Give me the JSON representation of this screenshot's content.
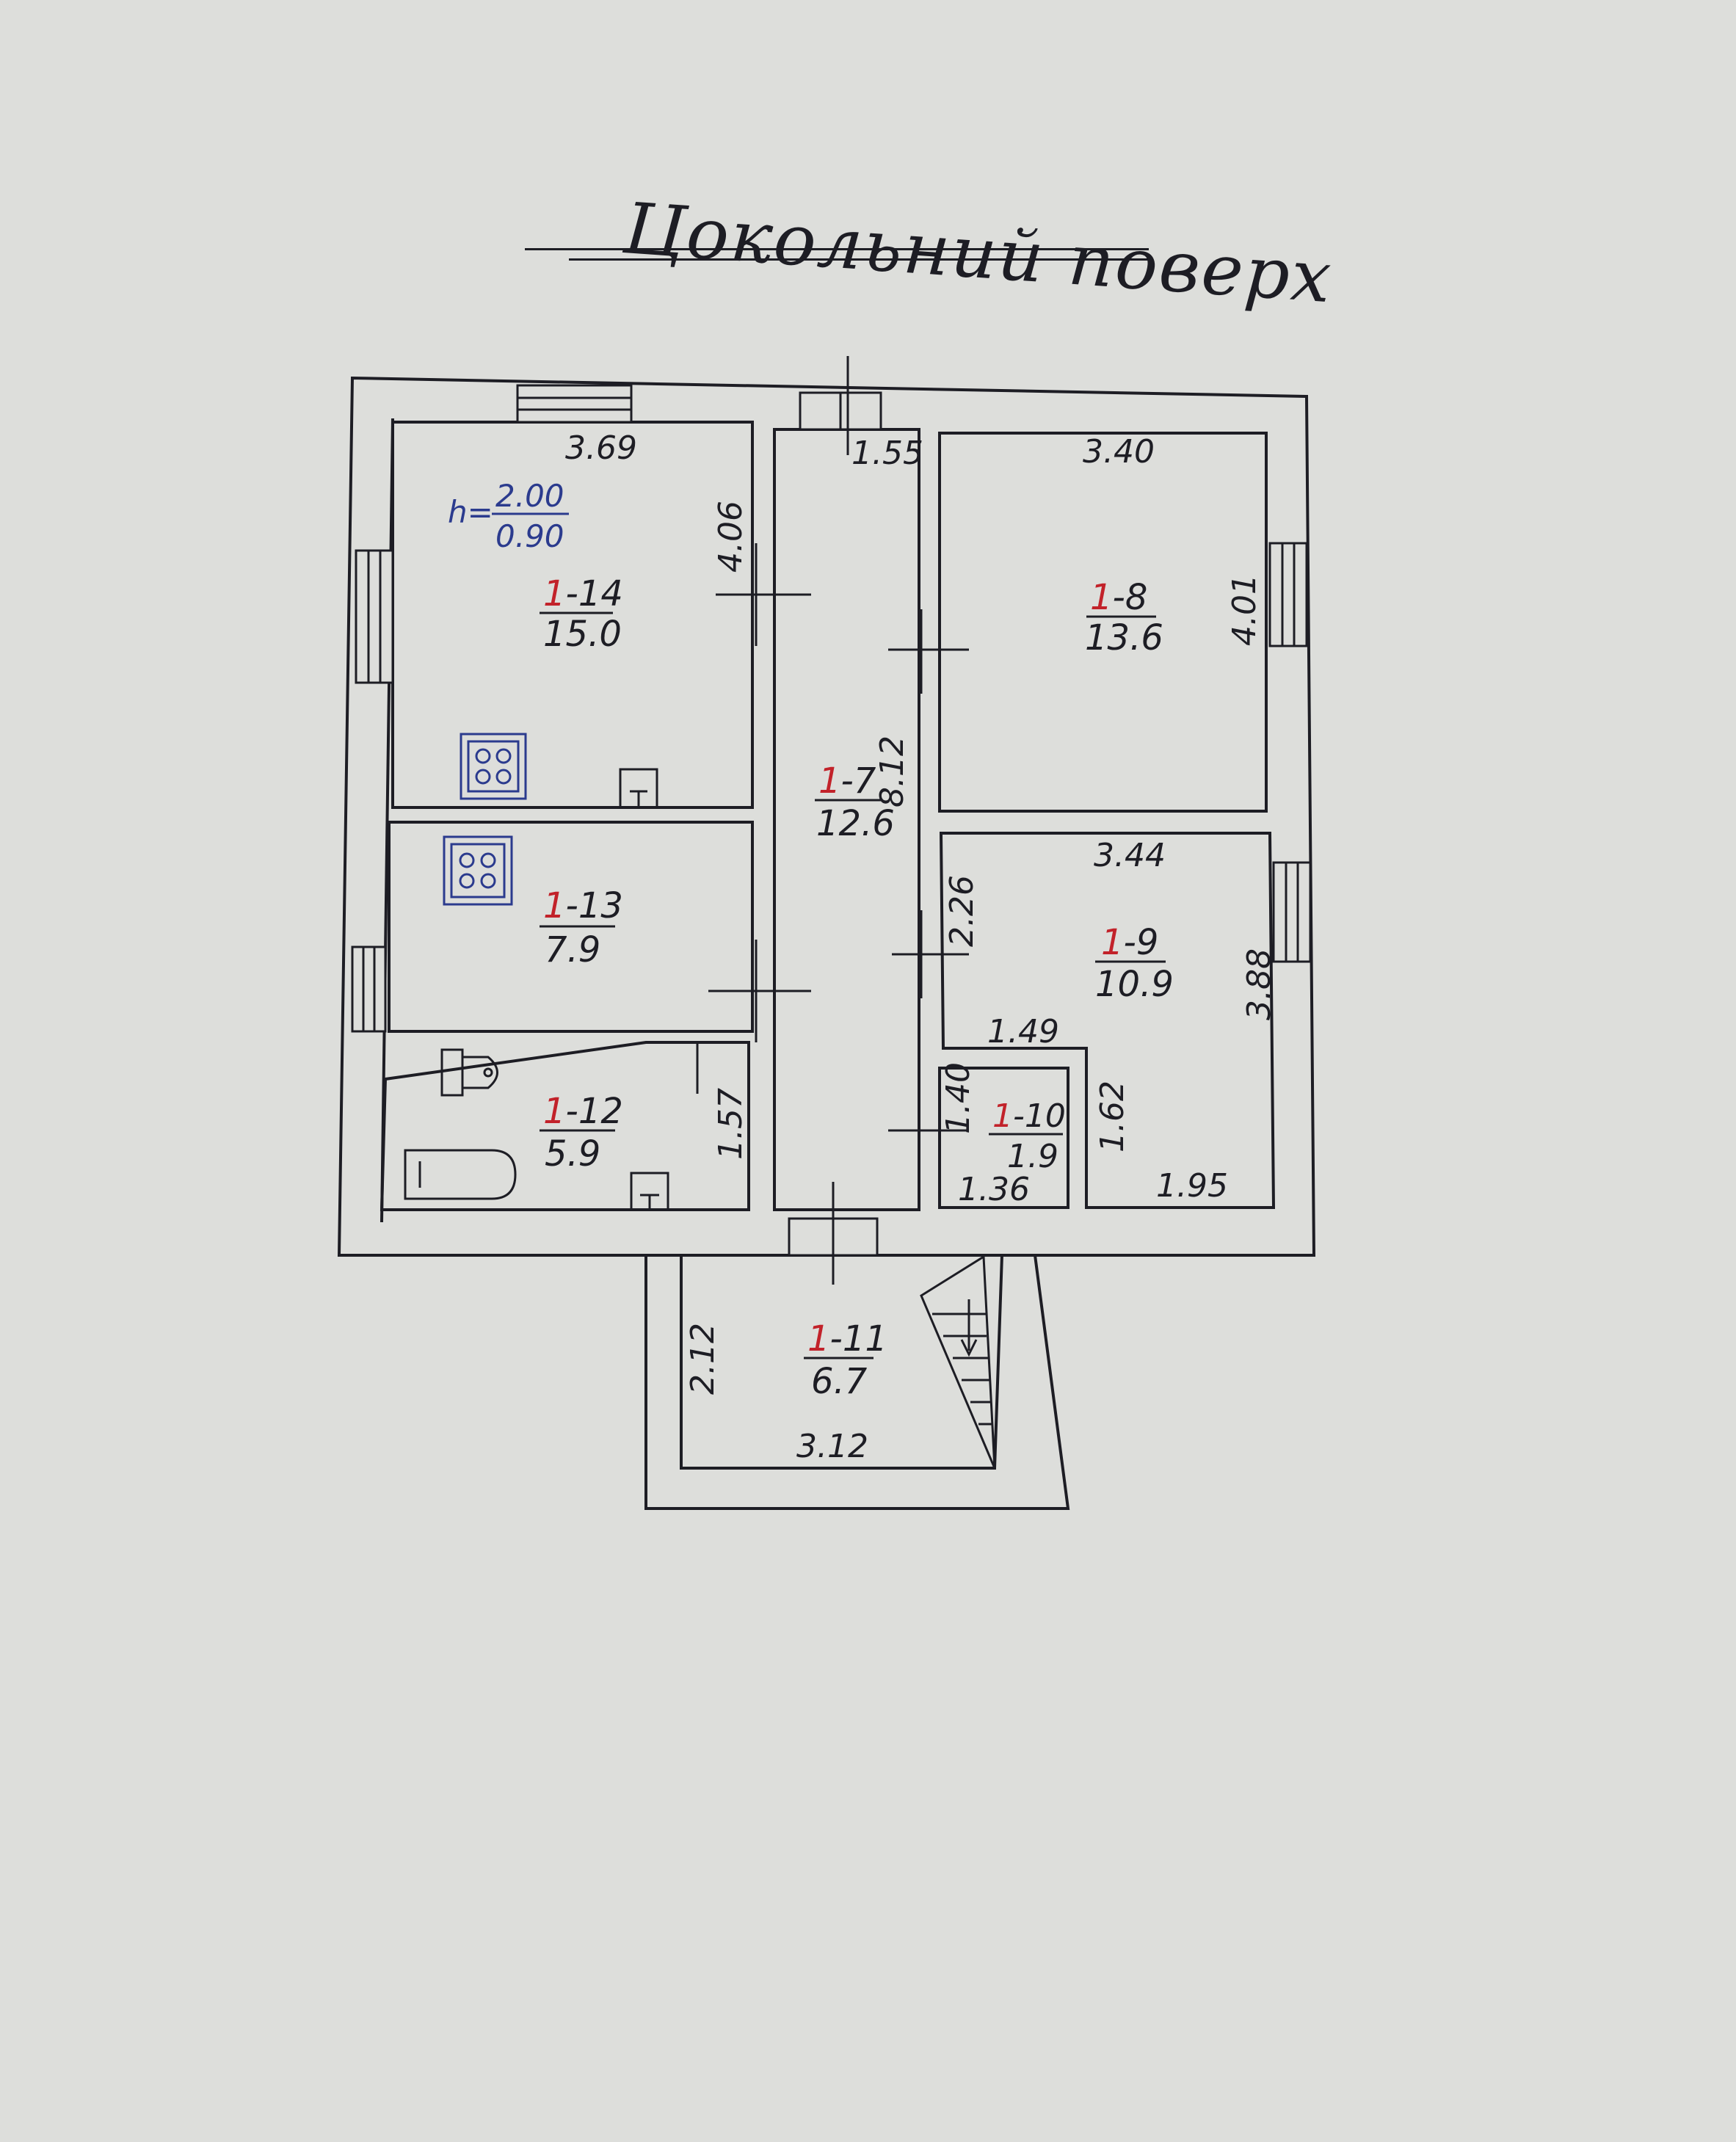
{
  "title": "Цокольний поверх",
  "height_note": {
    "prefix": "h=",
    "top": "2.00",
    "bottom": "0.90"
  },
  "rooms": [
    {
      "id": "1-14",
      "num": "1",
      "rest": "-14",
      "area": "15.0",
      "dims": [
        "3.69",
        "4.06"
      ]
    },
    {
      "id": "1-13",
      "num": "1",
      "rest": "-13",
      "area": "7.9",
      "dims": []
    },
    {
      "id": "1-12",
      "num": "1",
      "rest": "-12",
      "area": "5.9",
      "dims": [
        "1.57"
      ]
    },
    {
      "id": "1-7",
      "num": "1",
      "rest": "-7",
      "area": "12.6",
      "dims": [
        "1.55",
        "8.12"
      ]
    },
    {
      "id": "1-8",
      "num": "1",
      "rest": "-8",
      "area": "13.6",
      "dims": [
        "3.40",
        "4.01"
      ]
    },
    {
      "id": "1-9",
      "num": "1",
      "rest": "-9",
      "area": "10.9",
      "dims": [
        "3.44",
        "2.26",
        "3.88",
        "1.49",
        "1.62",
        "1.95"
      ]
    },
    {
      "id": "1-10",
      "num": "1",
      "rest": "-10",
      "area": "1.9",
      "dims": [
        "1.40",
        "1.36"
      ]
    },
    {
      "id": "1-11",
      "num": "1",
      "rest": "-11",
      "area": "6.7",
      "dims": [
        "2.12",
        "3.12"
      ]
    }
  ],
  "colors": {
    "ink": "#1d1d24",
    "room_number": "#c2222a",
    "blue_ink": "#2b3b8e",
    "paper": "#dddedb"
  },
  "icons": [
    "stove-icon",
    "sink-icon",
    "toilet-icon",
    "bathtub-icon",
    "stair-icon",
    "window-icon",
    "door-icon"
  ]
}
